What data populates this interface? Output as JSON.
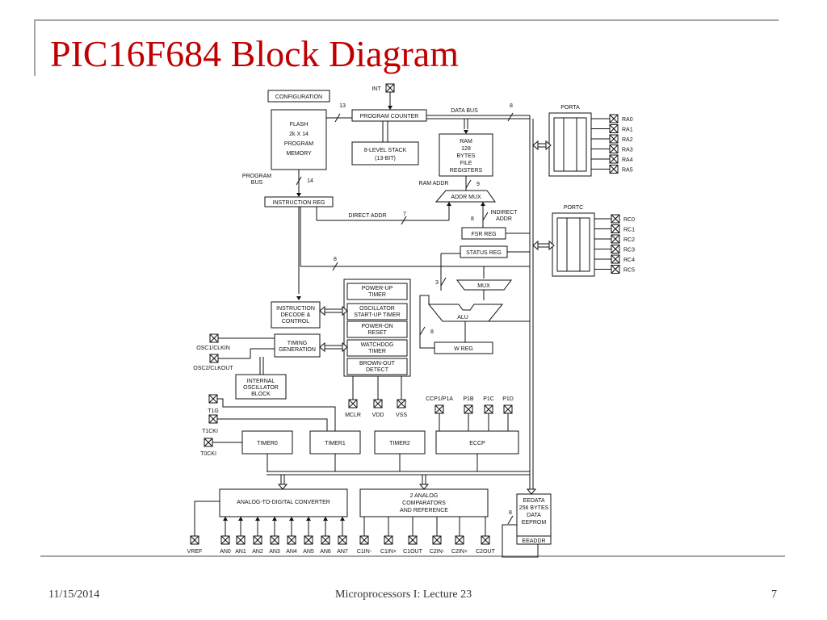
{
  "slide": {
    "title": "PIC16F684 Block Diagram",
    "footer_date": "11/15/2014",
    "footer_center": "Microprocessors I: Lecture 23",
    "page_number": "7"
  },
  "diagram": {
    "configuration": "CONFIGURATION",
    "int_pin": "INT",
    "program_counter": "PROGRAM COUNTER",
    "flash": [
      "FLASH",
      "2k X 14",
      "PROGRAM",
      "MEMORY"
    ],
    "stack": [
      "8-LEVEL STACK",
      "(13-BIT)"
    ],
    "data_bus": "DATA BUS",
    "ram": [
      "RAM",
      "128",
      "BYTES",
      "FILE",
      "REGISTERS"
    ],
    "program_bus": [
      "PROGRAM",
      "BUS"
    ],
    "instruction_reg": "INSTRUCTION REG",
    "ram_addr": "RAM ADDR",
    "addr_mux": "ADDR MUX",
    "direct_addr": "DIRECT ADDR",
    "indirect_addr": [
      "INDIRECT",
      "ADDR"
    ],
    "fsr_reg": "FSR REG",
    "status_reg": "STATUS REG",
    "mux": "MUX",
    "alu": "ALU",
    "w_reg": "W REG",
    "instruction_decode": [
      "INSTRUCTION",
      "DECODE &",
      "CONTROL"
    ],
    "timing_generation": [
      "TIMING",
      "GENERATION"
    ],
    "internal_osc": [
      "INTERNAL",
      "OSCILLATOR",
      "BLOCK"
    ],
    "power_blocks": [
      [
        "POWER-UP",
        "TIMER"
      ],
      [
        "OSCILLATOR",
        "START-UP TIMER"
      ],
      [
        "POWER-ON",
        "RESET"
      ],
      [
        "WATCHDOG",
        "TIMER"
      ],
      [
        "BROWN-OUT",
        "DETECT"
      ]
    ],
    "power_pins": [
      "MCLR",
      "VDD",
      "VSS"
    ],
    "osc_pins": [
      "OSC1/CLKIN",
      "OSC2/CLKOUT"
    ],
    "timer_pins": [
      "T1G",
      "T1CKI",
      "T0CKI"
    ],
    "timers": [
      "TIMER0",
      "TIMER1",
      "TIMER2"
    ],
    "eccp": "ECCP",
    "eccp_pins": [
      "CCP1/P1A",
      "P1B",
      "P1C",
      "P1D"
    ],
    "porta": "PORTA",
    "porta_pins": [
      "RA0",
      "RA1",
      "RA2",
      "RA3",
      "RA4",
      "RA5"
    ],
    "portc": "PORTC",
    "portc_pins": [
      "RC0",
      "RC1",
      "RC2",
      "RC3",
      "RC4",
      "RC5"
    ],
    "adc": "ANALOG-TO-DIGITAL CONVERTER",
    "comparators": [
      "2 ANALOG",
      "COMPARATORS",
      "AND REFERENCE"
    ],
    "eeprom": [
      "EEDATA",
      "256 BYTES",
      "DATA",
      "EEPROM",
      "EEADDR"
    ],
    "vref": "VREF",
    "analog_pins": [
      "AN0",
      "AN1",
      "AN2",
      "AN3",
      "AN4",
      "AN5",
      "AN6",
      "AN7"
    ],
    "comp_pins": [
      "C1IN-",
      "C1IN+",
      "C1OUT",
      "C2IN-",
      "C2IN+",
      "C2OUT"
    ],
    "bus_widths": [
      "13",
      "8",
      "14",
      "9",
      "7",
      "8",
      "8",
      "3",
      "8",
      "8"
    ]
  }
}
